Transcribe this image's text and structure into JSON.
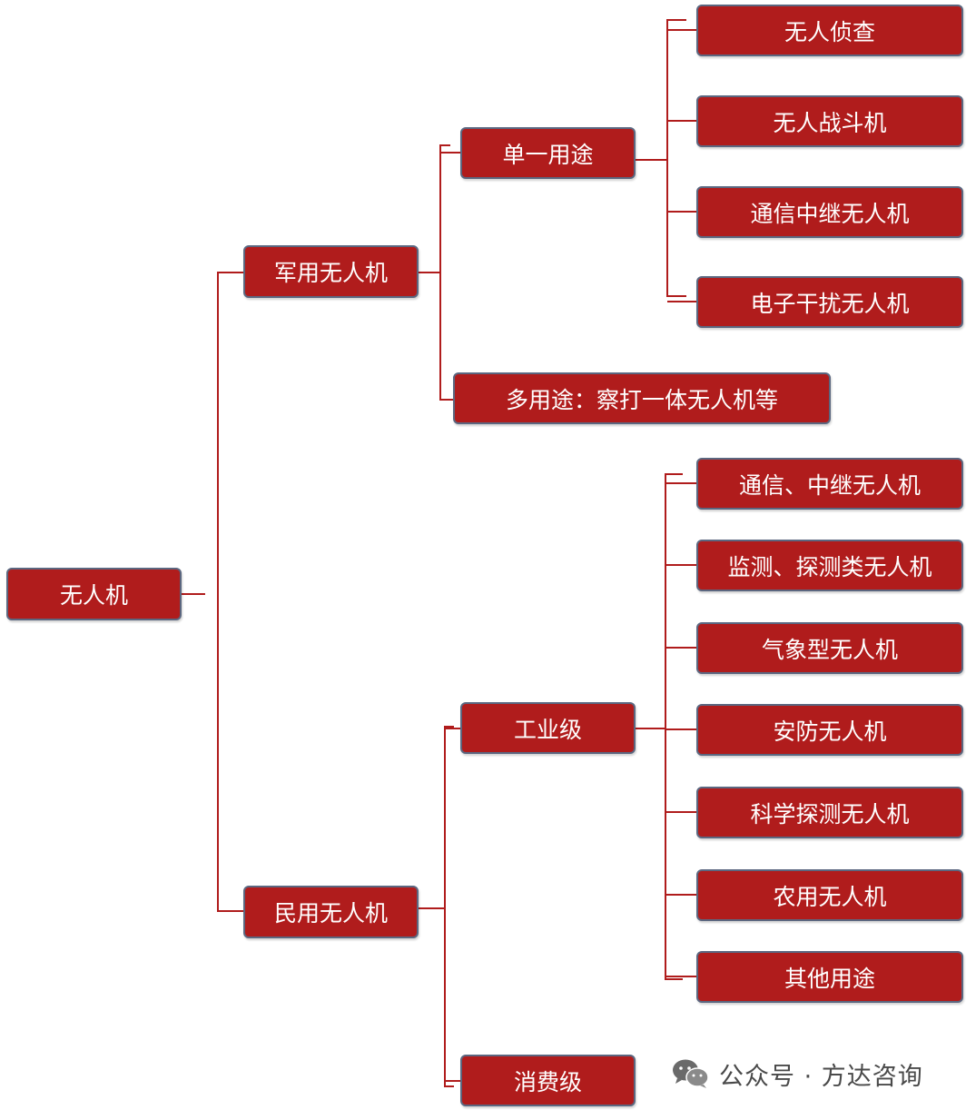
{
  "diagram": {
    "root": "无人机",
    "military": {
      "label": "军用无人机",
      "single": {
        "label": "单一用途",
        "items": [
          "无人侦查",
          "无人战斗机",
          "通信中继无人机",
          "电子干扰无人机"
        ]
      },
      "multi": "多用途：察打一体无人机等"
    },
    "civil": {
      "label": "民用无人机",
      "industrial": {
        "label": "工业级",
        "items": [
          "通信、中继无人机",
          "监测、探测类无人机",
          "气象型无人机",
          "安防无人机",
          "科学探测无人机",
          "农用无人机",
          "其他用途"
        ]
      },
      "consumer": "消费级"
    }
  },
  "colors": {
    "node_fill": "#b01c1c",
    "node_border": "#5b6780",
    "connector": "#b01c1c"
  },
  "watermark": {
    "icon": "wechat-icon",
    "text": "公众号 · 方达咨询"
  }
}
